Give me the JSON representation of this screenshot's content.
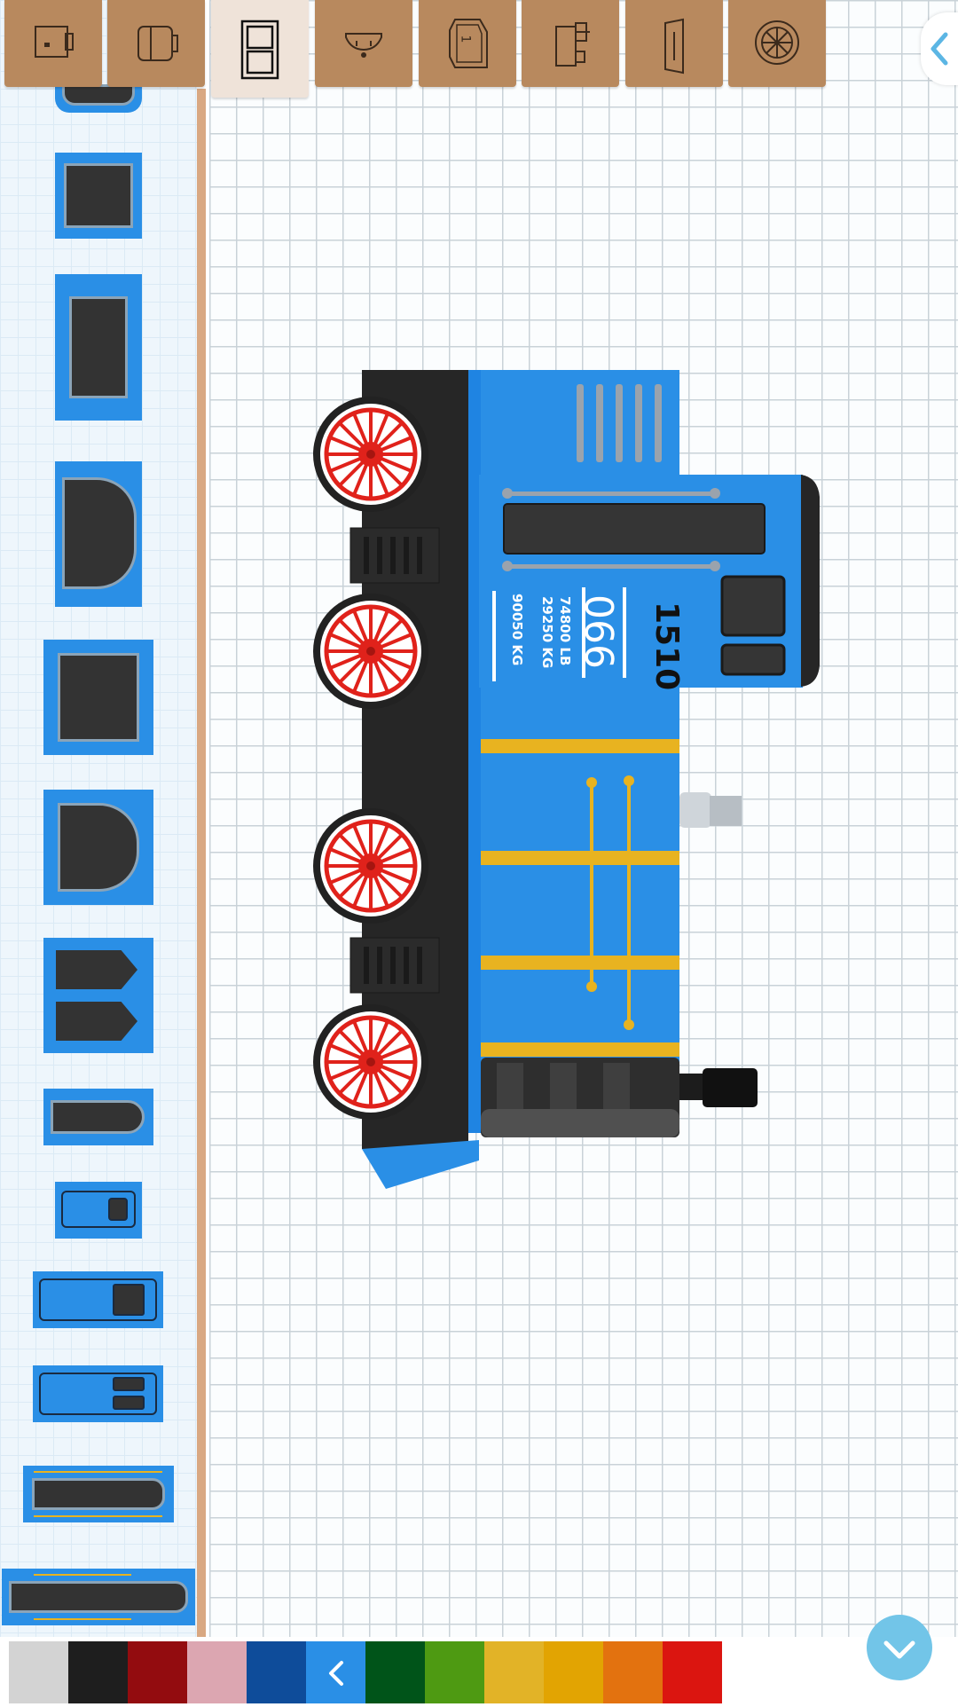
{
  "screen": {
    "title": ""
  },
  "toolbar": {
    "tabs": [
      {
        "icon": "cab-front-icon",
        "active": false
      },
      {
        "icon": "cab-side-icon",
        "active": false
      },
      {
        "icon": "window-icon",
        "active": true
      },
      {
        "icon": "bell-icon",
        "active": false
      },
      {
        "icon": "number-plate-icon",
        "active": false
      },
      {
        "icon": "boiler-fitting-icon",
        "active": false
      },
      {
        "icon": "door-icon",
        "active": false
      },
      {
        "icon": "wheel-icon",
        "active": false
      }
    ],
    "number_plate_glyph": "1"
  },
  "locomotive": {
    "number": "1510",
    "code": "066",
    "weight_lb": "74800 LB",
    "weight_kg_1": "29250 KG",
    "weight_kg_2": "90050 KG",
    "body_color": "#2a8fe6",
    "frame_color": "#262626",
    "trim_color": "#e8b320",
    "wheel_color": "#e0221b"
  },
  "palette": {
    "items": [
      "window-piece",
      "window-piece",
      "window-piece",
      "window-piece",
      "window-piece",
      "window-piece",
      "window-piece",
      "window-piece",
      "window-piece",
      "window-piece",
      "window-piece",
      "window-piece",
      "window-piece",
      "window-piece"
    ]
  },
  "colors": {
    "swatches": [
      "#d3d3d3",
      "#1e1e1e",
      "#930c0f",
      "#dca6b1",
      "#0e4c9a",
      "#2a8fe6",
      "#005419",
      "#4e9a12",
      "#e2b327",
      "#e2a402",
      "#e3720f",
      "#db1510"
    ],
    "back_swatch_index": 5
  },
  "actions": {
    "confirm": "check-icon",
    "collapse": "chevron-left-icon"
  }
}
